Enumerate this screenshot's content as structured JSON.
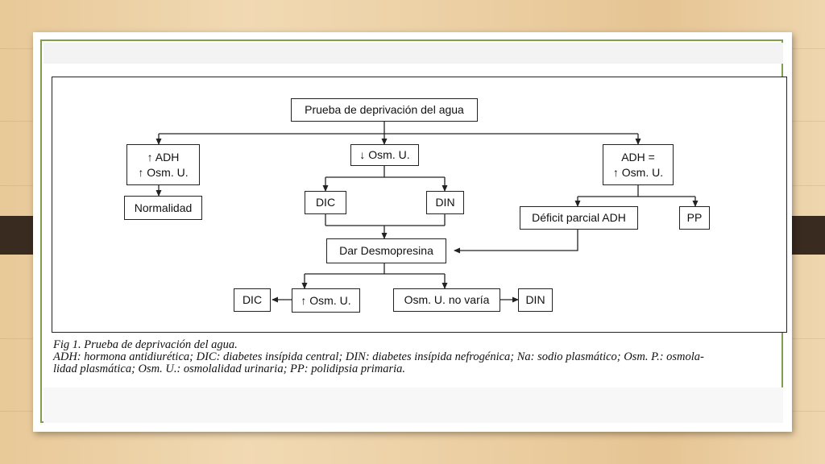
{
  "diagram": {
    "nodes": {
      "test": "Prueba de deprivación del agua",
      "adh_up_line1": "↑ ADH",
      "adh_up_line2": "↑ Osm. U.",
      "normal": "Normalidad",
      "osm_down": "↓ Osm. U.",
      "dic_top": "DIC",
      "din_top": "DIN",
      "adh_eq_line1": "ADH =",
      "adh_eq_line2": "↑ Osm. U.",
      "partial": "Déficit parcial ADH",
      "pp": "PP",
      "desmo": "Dar Desmopresina",
      "dic_bottom": "DIC",
      "osm_up": "↑ Osm. U.",
      "osm_nochange": "Osm. U. no varía",
      "din_bottom": "DIN"
    }
  },
  "caption": {
    "title": "Fig 1. Prueba de deprivación del agua.",
    "line1": "ADH: hormona antidiurética; DIC: diabetes insípida central; DIN: diabetes insípida nefrogénica; Na: sodio plasmático; Osm. P.: osmola-",
    "line2": "lidad plasmática; Osm. U.: osmolalidad urinaria; PP: polidipsia primaria."
  }
}
